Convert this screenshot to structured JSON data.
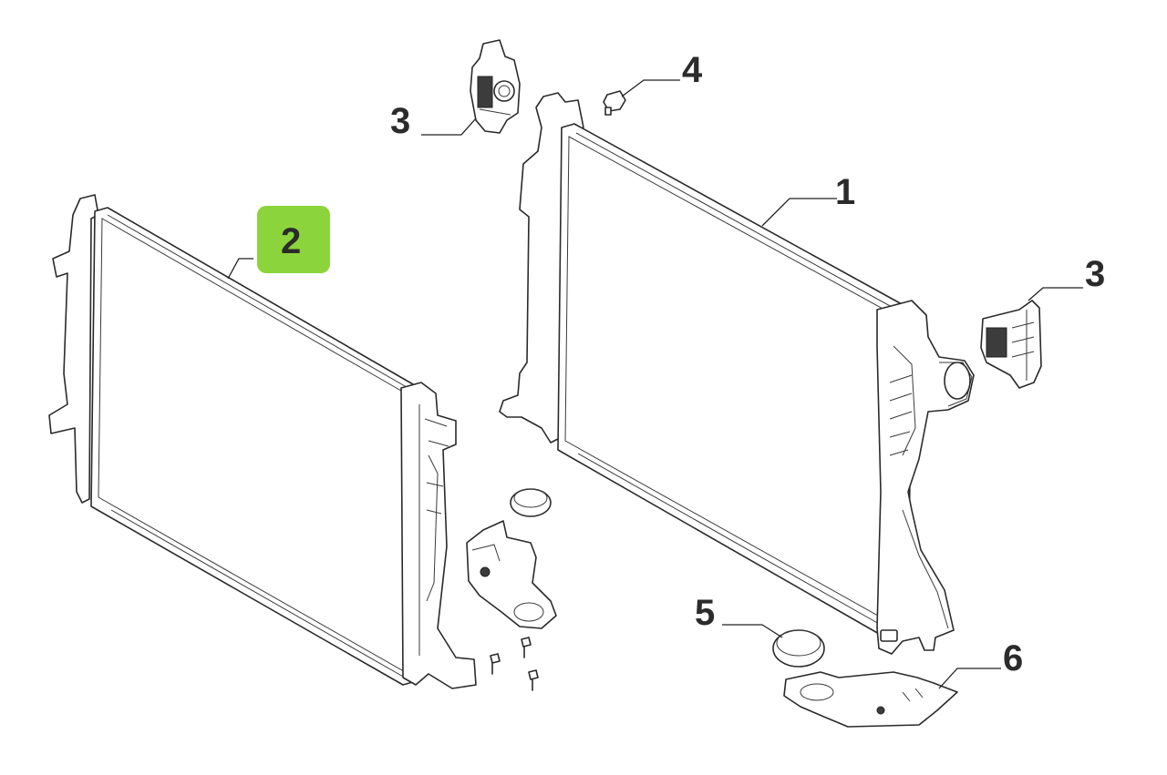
{
  "callouts": {
    "radiator": "1",
    "condenser": "2",
    "bracket_top": "3",
    "bracket_right": "3",
    "bolt": "4",
    "plug": "5",
    "lower_plate": "6"
  },
  "highlight": {
    "selected_callout": "2",
    "color": "#8cd43c"
  },
  "colors": {
    "line": "#2a2a2a",
    "text": "#2b2b2b",
    "background": "#ffffff"
  }
}
